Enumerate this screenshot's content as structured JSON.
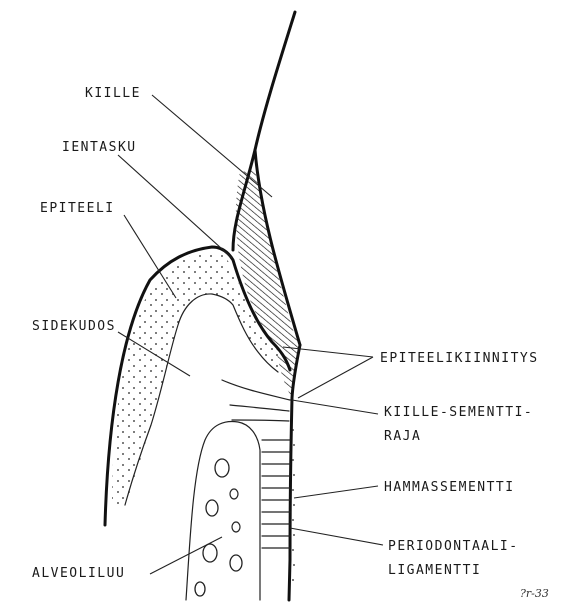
{
  "labels": {
    "kiille": "KIILLE",
    "ientasku": "IENTASKU",
    "epiteeli": "EPITEELI",
    "sidekudos": "SIDEKUDOS",
    "epiteelikiinnitys": "EPITEELIKIINNITYS",
    "kiille_sementti_1": "KIILLE-SEMENTTI-",
    "kiille_sementti_2": "RAJA",
    "hammassementti": "HAMMASSEMENTTI",
    "periodontaali_1": "PERIODONTAALI-",
    "periodontaali_2": "LIGAMENTTI",
    "alveoliluu": "ALVEOLILUU"
  },
  "signature": "?r-33"
}
